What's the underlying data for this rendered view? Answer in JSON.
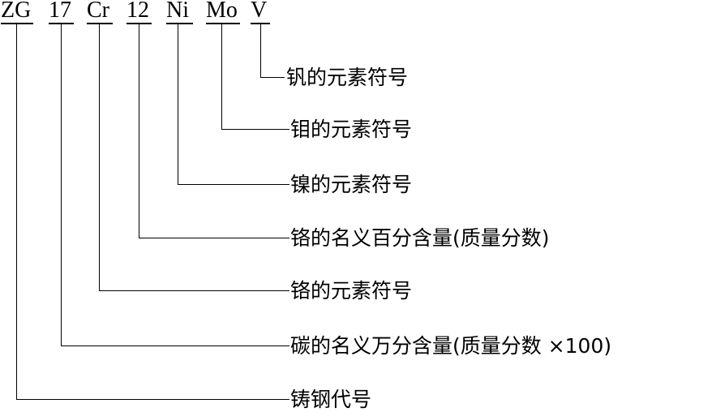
{
  "designation": {
    "segments": [
      {
        "id": "zg",
        "text": "ZG"
      },
      {
        "id": "carbon",
        "text": "17"
      },
      {
        "id": "cr",
        "text": "Cr"
      },
      {
        "id": "cr-content",
        "text": "12"
      },
      {
        "id": "ni",
        "text": "Ni"
      },
      {
        "id": "mo",
        "text": "Mo"
      },
      {
        "id": "v",
        "text": "V"
      }
    ]
  },
  "descriptions": {
    "v": "钒的元素符号",
    "mo": "钼的元素符号",
    "ni": "镍的元素符号",
    "cr_content": "铬的名义百分含量(质量分数)",
    "cr": "铬的元素符号",
    "carbon": "碳的名义万分含量(质量分数 ×100)",
    "zg": "铸钢代号"
  }
}
